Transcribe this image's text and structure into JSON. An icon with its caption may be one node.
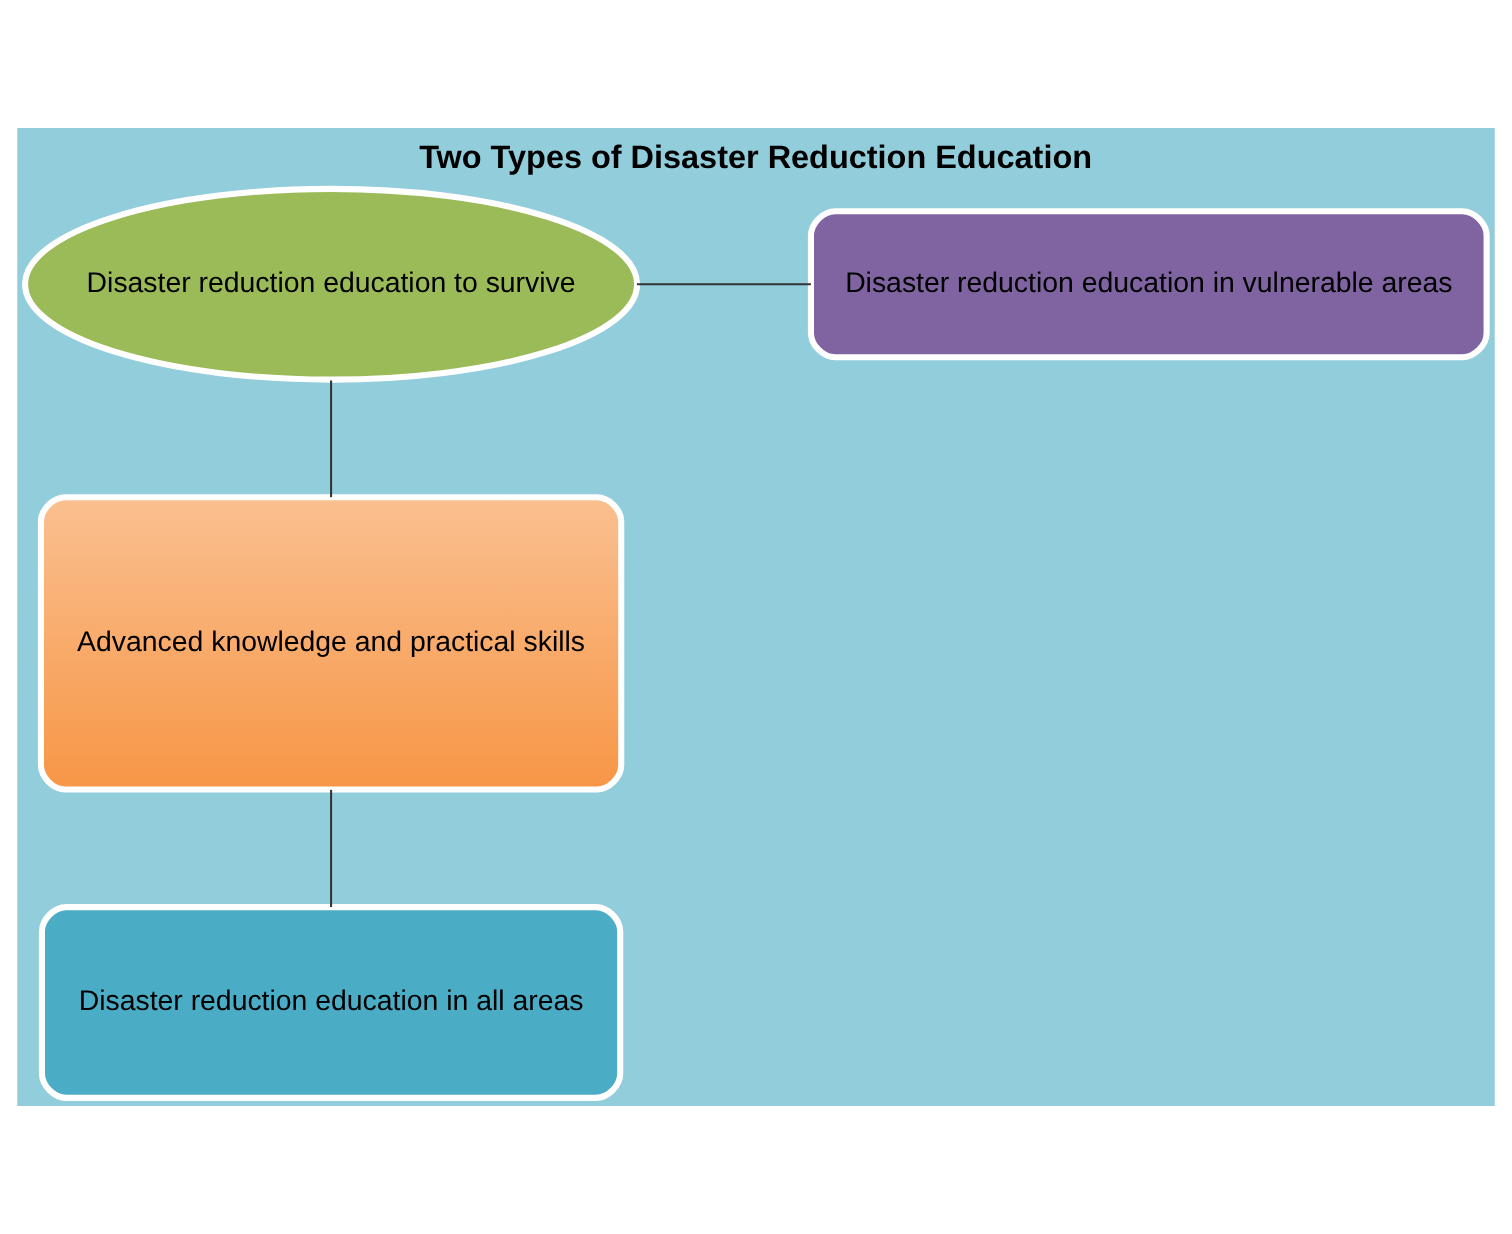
{
  "diagram": {
    "title": "Two Types of Disaster Reduction Education",
    "nodes": [
      {
        "text": [
          "Disaster reduction education to survive"
        ]
      },
      {
        "text": [
          "Disaster reduction education in vulnerable areas"
        ]
      },
      {
        "text": [
          "Advanced knowledge and practical skills"
        ]
      },
      {
        "text": [
          "Disaster reduction education in all areas"
        ]
      }
    ],
    "edges": [
      {
        "from": 0,
        "to": 1,
        "arrow": "none"
      },
      {
        "from": 0,
        "to": 2,
        "arrow": "none"
      },
      {
        "from": 2,
        "to": 3,
        "arrow": "none"
      }
    ]
  }
}
